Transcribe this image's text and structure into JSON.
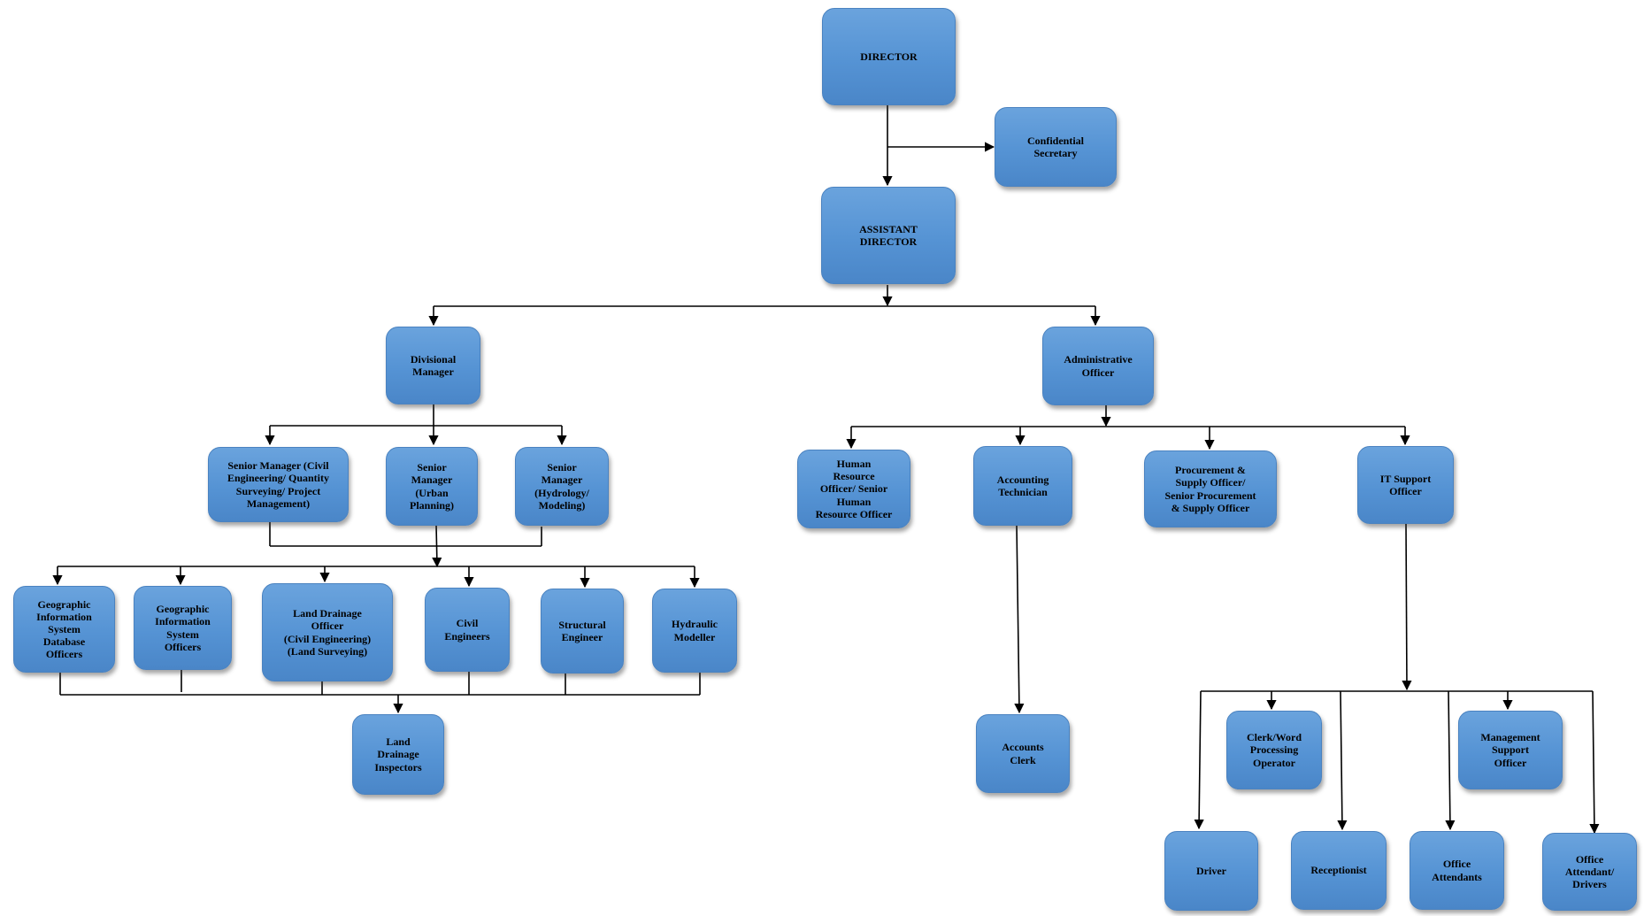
{
  "nodes": {
    "director": "DIRECTOR",
    "confidential_secretary": "Confidential\nSecretary",
    "assistant_director": "ASSISTANT\nDIRECTOR",
    "divisional_manager": "Divisional\nManager",
    "administrative_officer": "Administrative\nOfficer",
    "senior_manager_civil": "Senior Manager (Civil\nEngineering/ Quantity\nSurveying/ Project\nManagement)",
    "senior_manager_urban": "Senior\nManager\n(Urban\nPlanning)",
    "senior_manager_hydrology": "Senior\nManager\n(Hydrology/\nModeling)",
    "gis_database_officers": "Geographic\nInformation\nSystem\nDatabase\nOfficers",
    "gis_officers": "Geographic\nInformation\nSystem\nOfficers",
    "land_drainage_officer": "Land Drainage\nOfficer\n(Civil  Engineering)\n(Land Surveying)",
    "civil_engineers": "Civil\nEngineers",
    "structural_engineer": "Structural\nEngineer",
    "hydraulic_modeller": "Hydraulic\nModeller",
    "land_drainage_inspectors": "Land\nDrainage\nInspectors",
    "hr_officer": "Human\nResource\nOfficer/ Senior\nHuman\nResource Officer",
    "accounting_technician": "Accounting\nTechnician",
    "procurement_officer": "Procurement &\nSupply Officer/\nSenior Procurement\n& Supply Officer",
    "it_support_officer": "IT Support\nOfficer",
    "accounts_clerk": "Accounts\nClerk",
    "clerk_word_processing": "Clerk/Word\nProcessing\nOperator",
    "management_support_officer": "Management\nSupport\nOfficer",
    "driver": "Driver",
    "receptionist": "Receptionist",
    "office_attendants": "Office\nAttendants",
    "office_attendant_drivers": "Office\nAttendant/\nDrivers"
  }
}
